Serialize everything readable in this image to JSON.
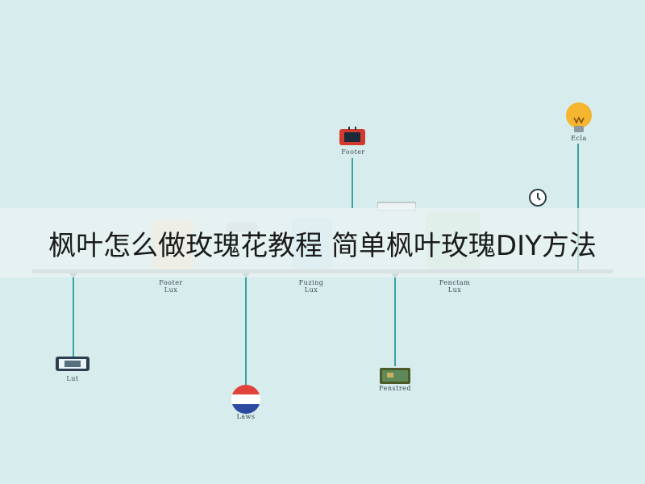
{
  "title": "枫叶怎么做玫瑰花教程 简单枫叶玫瑰DIY方法",
  "timeline": {
    "above": [
      {
        "id": "tv",
        "label": "Footer"
      },
      {
        "id": "bulb",
        "label": "Ecla"
      }
    ],
    "axis_labels": [
      {
        "id": "a1",
        "line1": "Footer",
        "line2": "Lux"
      },
      {
        "id": "a2",
        "line1": "Fuzing",
        "line2": "Lux"
      },
      {
        "id": "a3",
        "line1": "Fenctam",
        "line2": "Lux"
      }
    ],
    "below": [
      {
        "id": "monitor",
        "label": "Lut"
      },
      {
        "id": "flag",
        "label": "Laws"
      },
      {
        "id": "screen",
        "label": "Fenstred"
      }
    ]
  },
  "colors": {
    "background": "#d7ecec",
    "stem": "#3aa3a3",
    "axis": "#a9b3b5",
    "bulb": "#f5b52e",
    "tv_red": "#d23a30",
    "flag_red": "#e0433a",
    "flag_blue": "#2b4aa0"
  }
}
